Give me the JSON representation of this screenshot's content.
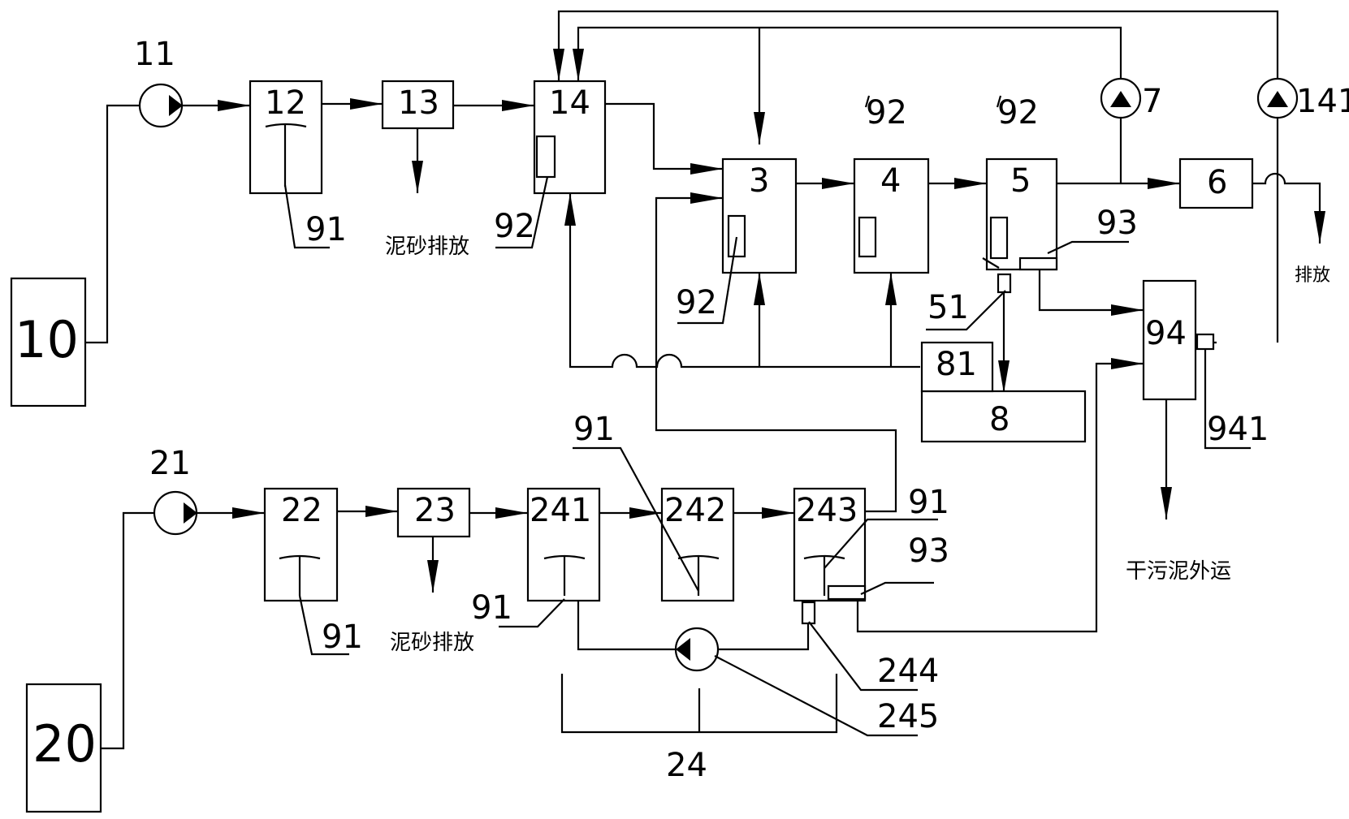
{
  "labels": {
    "n10": "10",
    "n20": "20",
    "n11": "11",
    "n21": "21",
    "n12": "12",
    "n13": "13",
    "n14": "14",
    "n3": "3",
    "n4": "4",
    "n5": "5",
    "n6": "6",
    "n7": "7",
    "n141": "141",
    "n8": "8",
    "n81": "81",
    "n51": "51",
    "n93a": "93",
    "n94": "94",
    "n941": "941",
    "n92_14": "92",
    "n92_3": "92",
    "n92_4": "92",
    "n92_5": "92",
    "n91_12": "91",
    "n22": "22",
    "n23": "23",
    "n241": "241",
    "n242": "242",
    "n243": "243",
    "n91_22": "91",
    "n91_241": "91",
    "n91_242": "91",
    "n91_243": "91",
    "n93b": "93",
    "n244": "244",
    "n245": "245",
    "n24": "24"
  },
  "captions": {
    "sand1": "泥砂排放",
    "sand2": "泥砂排放",
    "discharge": "排放",
    "dry_sludge": "干污泥外运"
  }
}
